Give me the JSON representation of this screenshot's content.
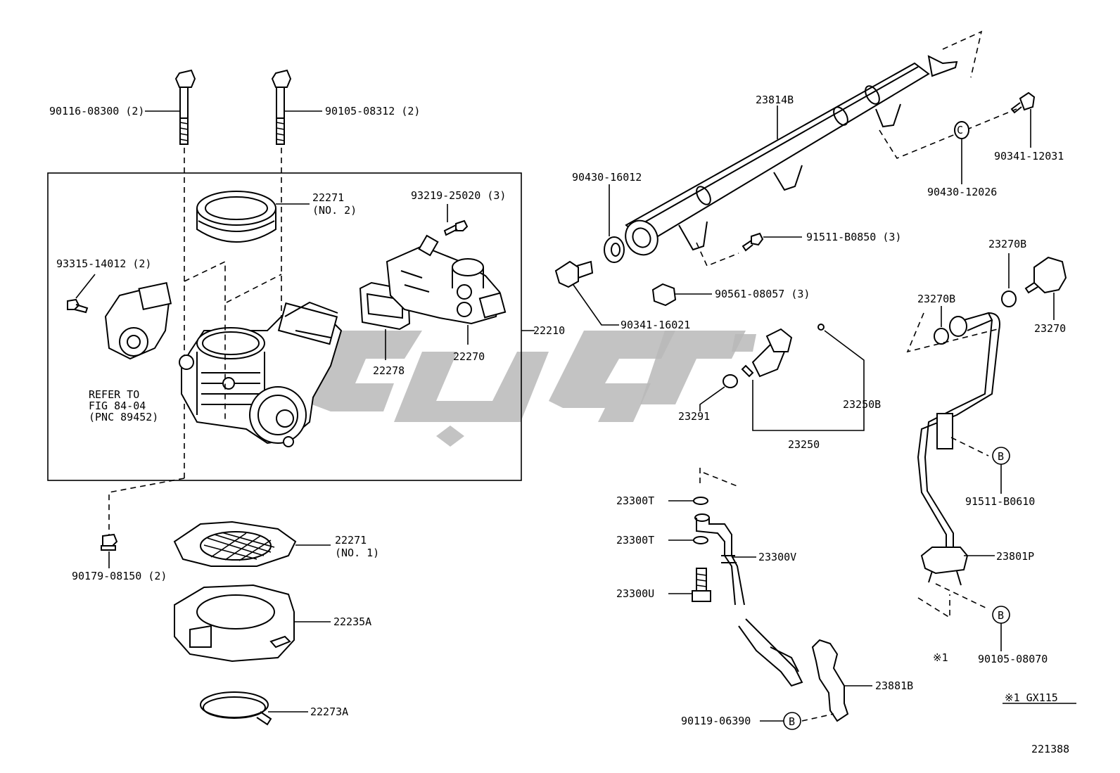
{
  "labels": {
    "bolt_long_a": "90116-08300 (2)",
    "bolt_long_b": "90105-08312 (2)",
    "gasket_no2": "22271",
    "gasket_no2_sub": "(NO. 2)",
    "screw_iac": "93219-25020 (3)",
    "screw_tps": "93315-14012 (2)",
    "body_assy": "22210",
    "iac_valve": "22270",
    "iac_gasket": "22278",
    "refer_line1": "REFER TO",
    "refer_line2": "FIG 84-04",
    "refer_line3": "(PNC 89452)",
    "nut_small": "90179-08150 (2)",
    "gasket_no1": "22271",
    "gasket_no1_sub": "(NO. 1)",
    "spacer": "22235A",
    "ring": "22273A",
    "delivery_pipe": "23814B",
    "gasket_16012": "90430-16012",
    "plug_16021": "90341-16021",
    "bolt_b0850": "91511-B0850 (3)",
    "nut_08057": "90561-08057 (3)",
    "plug_12031": "90341-12031",
    "gasket_12026": "90430-12026",
    "oring_23291": "23291",
    "injector": "23250",
    "insulator": "23250B",
    "gasket_23270b_a": "23270B",
    "gasket_23270b_b": "23270B",
    "pulsation": "23270",
    "bolt_b0610": "91511-B0610",
    "fuel_pipe": "23801P",
    "bolt_08070": "90105-08070",
    "note_ref": "※1",
    "hose_gasket_a": "23300T",
    "hose_gasket_b": "23300T",
    "hose": "23300V",
    "union_bolt": "23300U",
    "bracket": "23881B",
    "bolt_06390": "90119-06390",
    "callout_b": "B",
    "callout_c": "C",
    "note_line": "※1  GX115",
    "figure_no": "221388"
  },
  "watermark": {
    "color": "#b9b9b9"
  }
}
